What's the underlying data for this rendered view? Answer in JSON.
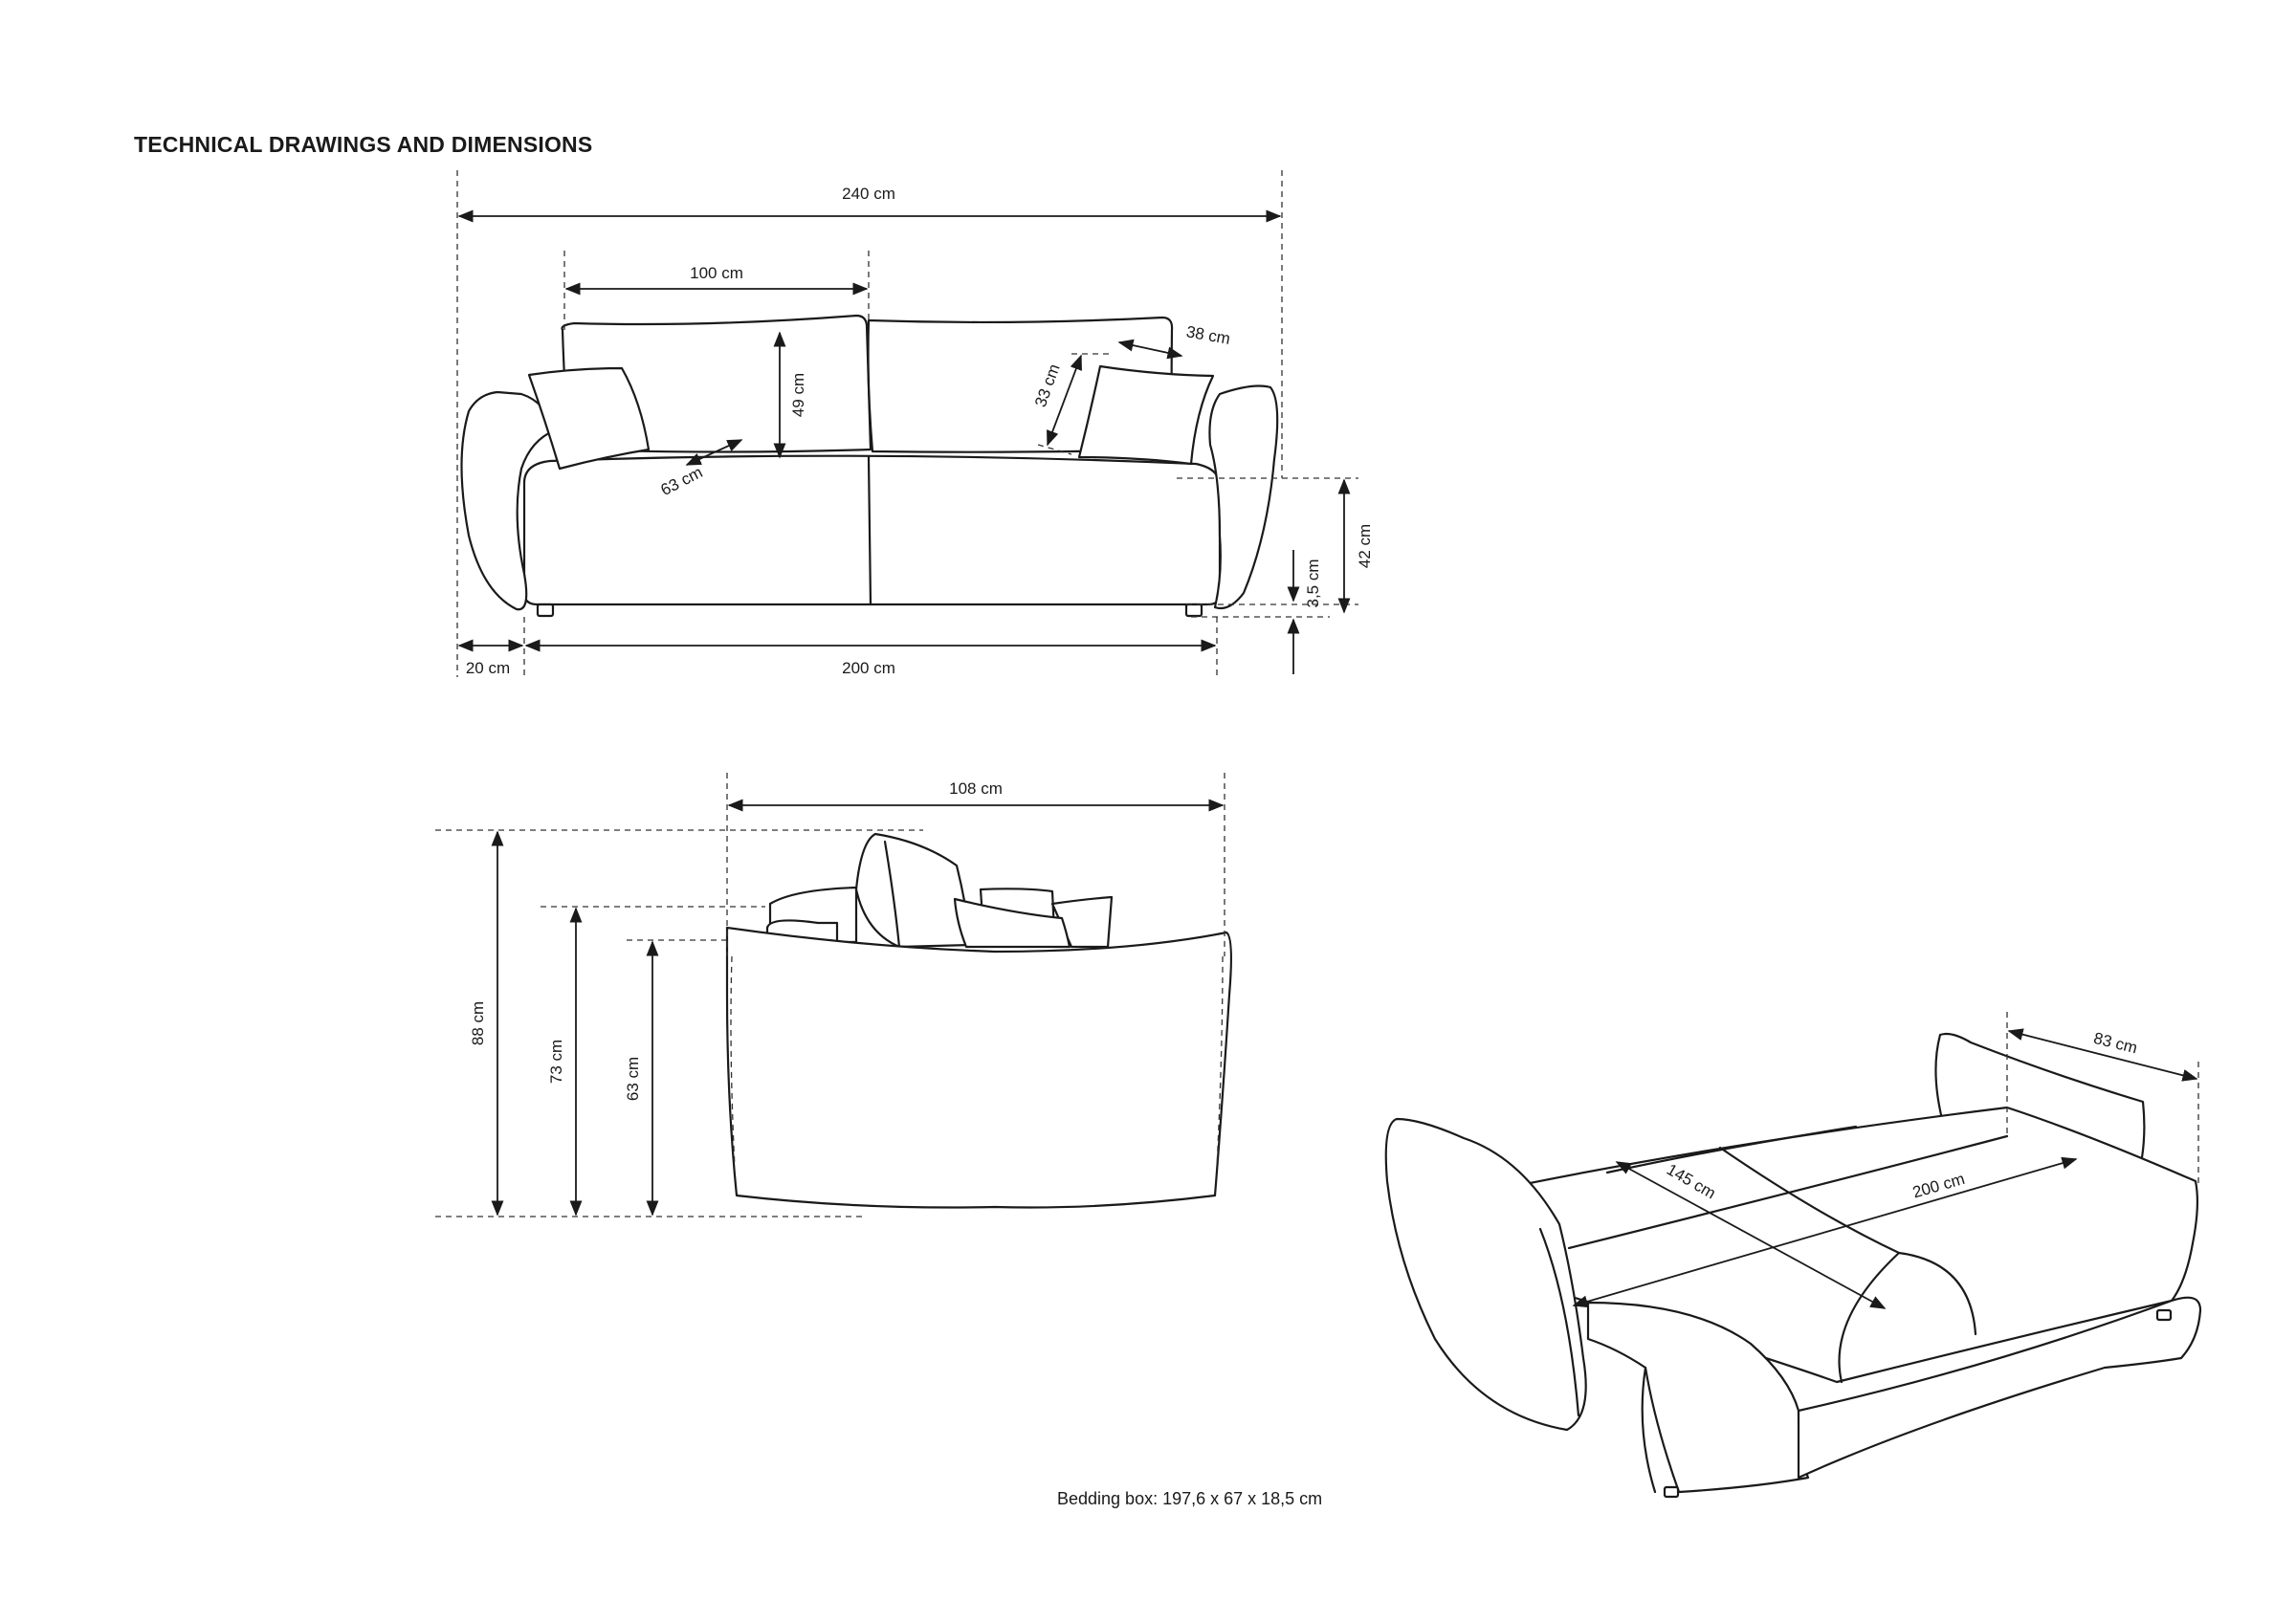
{
  "title": "TECHNICAL DRAWINGS AND DIMENSIONS",
  "front_view": {
    "overall_width": "240 cm",
    "backrest_width": "100 cm",
    "back_cushion_height": "49 cm",
    "pillow_height": "33 cm",
    "pillow_width": "38 cm",
    "seat_depth_diagonal": "63 cm",
    "seat_height": "42 cm",
    "leg_height": "3,5 cm",
    "armrest_width": "20 cm",
    "seat_width": "200 cm"
  },
  "side_view": {
    "depth": "108 cm",
    "total_height": "88 cm",
    "backrest_height": "73 cm",
    "armrest_height": "63 cm"
  },
  "bed_view": {
    "bed_length": "200 cm",
    "bed_width": "145 cm",
    "armrest_depth": "83 cm"
  },
  "bedding_box": "Bedding box: 197,6 x 67 x 18,5 cm"
}
